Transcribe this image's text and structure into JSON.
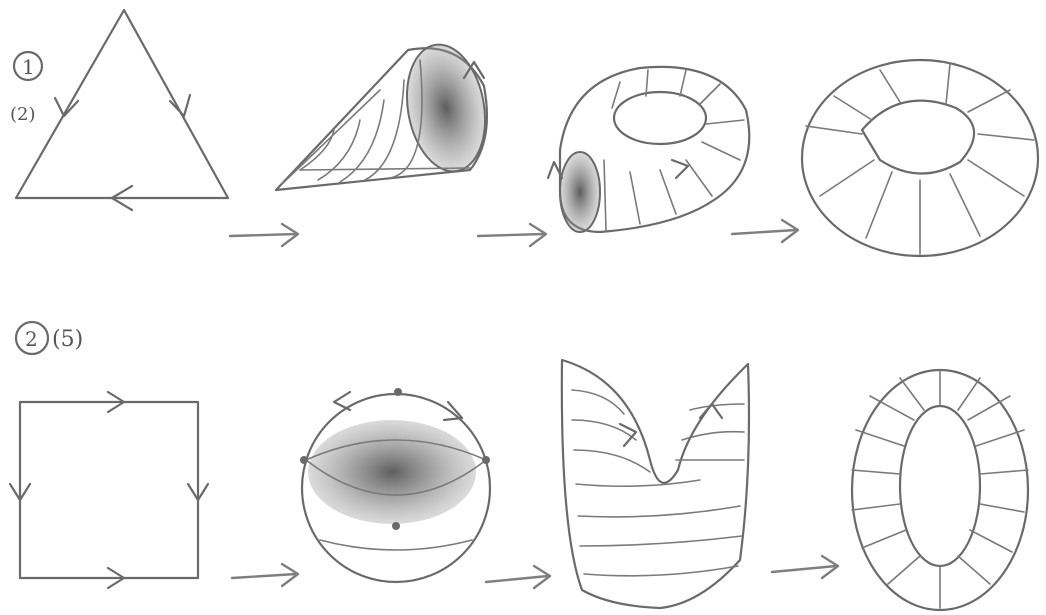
{
  "rows": [
    {
      "id": "row1",
      "circled_number": "1",
      "paren_number": "(2)",
      "shapes": [
        "triangle",
        "cone",
        "curled-tube",
        "torus"
      ]
    },
    {
      "id": "row2",
      "circled_number": "2",
      "paren_number": "(5)",
      "shapes": [
        "square",
        "sphere",
        "pinched-surface",
        "torus"
      ]
    }
  ],
  "colors": {
    "ink": "#6a6a6a",
    "shade": "#555555",
    "paper": "#ffffff"
  }
}
